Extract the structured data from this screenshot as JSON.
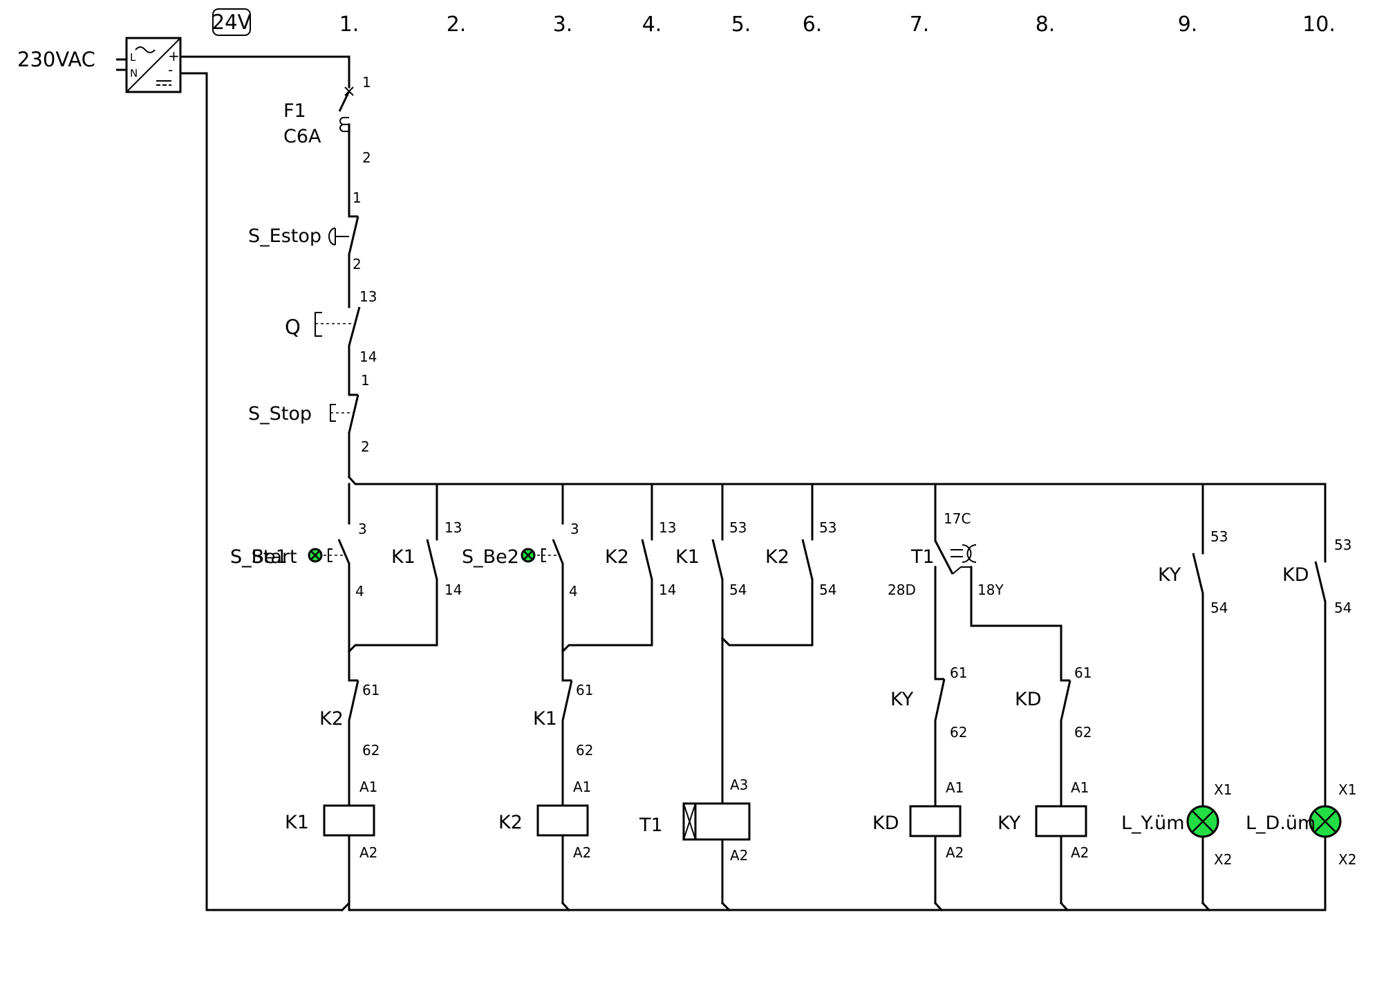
{
  "columns": [
    "1.",
    "2.",
    "3.",
    "4.",
    "5.",
    "6.",
    "7.",
    "8.",
    "9.",
    "10."
  ],
  "supply": {
    "input_label": "230VAC",
    "output_label": "24V",
    "pin_l": "L",
    "pin_n": "N",
    "pin_plus": "+",
    "pin_minus": "-"
  },
  "components": {
    "f1": {
      "name": "F1",
      "rating": "C6A",
      "t1": "1",
      "t2": "2"
    },
    "s_estop": {
      "name": "S_Estop",
      "t1": "1",
      "t2": "2"
    },
    "q": {
      "name": "Q",
      "t1": "13",
      "t2": "14"
    },
    "s_stop": {
      "name": "S_Stop",
      "t1": "1",
      "t2": "2"
    },
    "s_start": {
      "name": "S_Start",
      "overlap_name": "S_Be1",
      "t1": "3",
      "t2": "4"
    },
    "k1_hold": {
      "name": "K1",
      "t1": "13",
      "t2": "14"
    },
    "s_be2": {
      "name": "S_Be2",
      "t1": "3",
      "t2": "4"
    },
    "k2_hold": {
      "name": "K2",
      "t1": "13",
      "t2": "14"
    },
    "k1_aux": {
      "name": "K1",
      "t1": "53",
      "t2": "54"
    },
    "k2_aux": {
      "name": "K2",
      "t1": "53",
      "t2": "54"
    },
    "t1_contact": {
      "name": "T1",
      "common": "17C",
      "no": "18Y",
      "nc": "28D"
    },
    "k2_interlock": {
      "name": "K2",
      "t1": "61",
      "t2": "62"
    },
    "k1_interlock": {
      "name": "K1",
      "t1": "61",
      "t2": "62"
    },
    "ky_interlock": {
      "name": "KY",
      "t1": "61",
      "t2": "62"
    },
    "kd_interlock": {
      "name": "KD",
      "t1": "61",
      "t2": "62"
    },
    "k1_coil": {
      "name": "K1",
      "a1": "A1",
      "a2": "A2"
    },
    "k2_coil": {
      "name": "K2",
      "a1": "A1",
      "a2": "A2"
    },
    "t1_coil": {
      "name": "T1",
      "a1": "A3",
      "a2": "A2"
    },
    "kd_coil": {
      "name": "KD",
      "a1": "A1",
      "a2": "A2"
    },
    "ky_coil": {
      "name": "KY",
      "a1": "A1",
      "a2": "A2"
    },
    "ky_aux": {
      "name": "KY",
      "t1": "53",
      "t2": "54"
    },
    "kd_aux": {
      "name": "KD",
      "t1": "53",
      "t2": "54"
    },
    "lamp_y": {
      "name": "L_Y.üm",
      "x1": "X1",
      "x2": "X2"
    },
    "lamp_d": {
      "name": "L_D.üm",
      "x1": "X1",
      "x2": "X2"
    }
  },
  "colors": {
    "line": "#000000",
    "lamp_on": "#22dd44",
    "background": "#ffffff"
  }
}
